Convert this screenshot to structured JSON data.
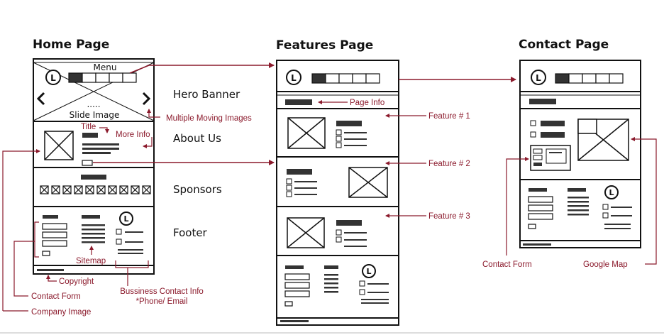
{
  "pages": {
    "home": "Home Page",
    "features": "Features Page",
    "contact": "Contact Page"
  },
  "home_wire": {
    "menu": "Menu",
    "slide_image": "Slide Image",
    "dots": ".....",
    "logo": "L"
  },
  "sections": {
    "hero": "Hero Banner",
    "about": "About Us",
    "sponsors": "Sponsors",
    "footer": "Footer"
  },
  "annotations": {
    "multiple_images": "Multiple Moving Images",
    "title": "Title",
    "more_info": "More Info",
    "sitemap": "Sitemap",
    "copyright": "Copyright",
    "contact_form": "Contact Form",
    "company_image": "Company Image",
    "business_info_1": "Bussiness Contact Info",
    "business_info_2": "*Phone/ Email",
    "page_info": "Page Info",
    "feature1": "Feature # 1",
    "feature2": "Feature # 2",
    "feature3": "Feature # 3",
    "contact_form_right": "Contact Form",
    "google_map": "Google Map"
  },
  "colors": {
    "accent": "#8b1a2c",
    "ink": "#111111",
    "fill": "#333333"
  }
}
